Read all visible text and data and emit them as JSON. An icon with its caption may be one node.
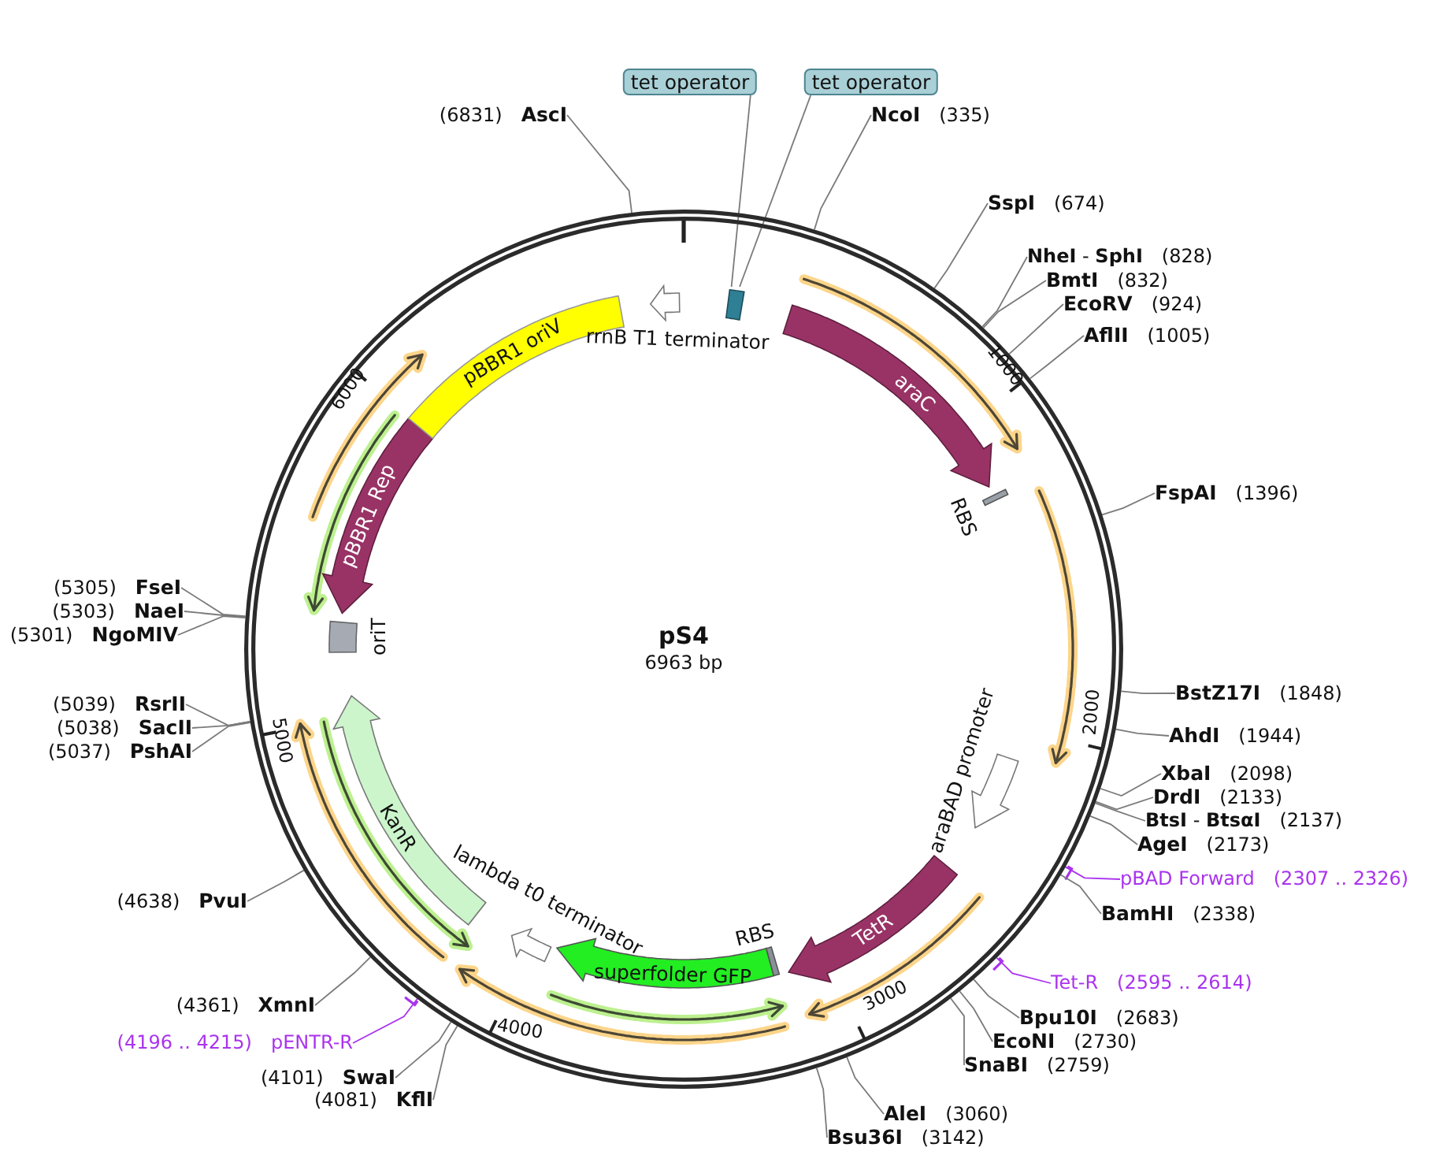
{
  "diagram": {
    "title": "pS4",
    "nodes": [
      {
        "text": [],
        "shape": "circle"
      },
      {
        "text": [
          "tet operator"
        ]
      },
      {
        "text": [
          "tet operator"
        ]
      },
      {
        "text": [],
        "shape": "box",
        "in": 0
      },
      {
        "text": [
          "araC"
        ],
        "in": 0
      },
      {
        "text": [
          "RBS"
        ],
        "in": 0
      },
      {
        "text": [
          "araBAD promoter"
        ],
        "in": 0
      },
      {
        "text": [
          "TetR"
        ],
        "in": 0
      },
      {
        "text": [
          "RBS"
        ],
        "in": 0
      },
      {
        "text": [
          "superfolder GFP"
        ],
        "in": 0
      },
      {
        "text": [
          "lambda t0 terminator"
        ],
        "in": 0
      },
      {
        "text": [
          "KanR"
        ],
        "in": 0
      },
      {
        "text": [
          "oriT"
        ],
        "in": 0
      },
      {
        "text": [
          "pBBR1 Rep"
        ],
        "in": 0
      },
      {
        "text": [
          "pBBR1 oriV"
        ],
        "in": 0
      },
      {
        "text": [
          "rrnB T1 terminator"
        ],
        "in": 0
      },
      {
        "text": [
          "(6831)",
          "AscI"
        ]
      },
      {
        "text": [
          "NcoI",
          "(335)"
        ]
      },
      {
        "text": [
          "SspI",
          "(674)"
        ]
      },
      {
        "text": [
          "**NheI** - **SphI**",
          "(828)"
        ]
      },
      {
        "text": [
          "BmtI",
          "(832)"
        ]
      },
      {
        "text": [
          "EcoRV",
          "(924)"
        ]
      },
      {
        "text": [
          "AflII",
          "(1005)"
        ]
      },
      {
        "text": [
          "FspAI",
          "(1396)"
        ]
      },
      {
        "text": [
          "BstZ17I",
          "(1848)"
        ]
      },
      {
        "text": [
          "AhdI",
          "(1944)"
        ]
      },
      {
        "text": [
          "XbaI",
          "(2098)"
        ]
      },
      {
        "text": [
          "DrdI",
          "(2133)"
        ]
      },
      {
        "text": [
          "**BtsI** - **BtsαI**",
          "(2137)"
        ]
      },
      {
        "text": [
          "AgeI",
          "(2173)"
        ]
      },
      {
        "text": [
          "pBAD Forward",
          "(2307 .. 2326)"
        ]
      },
      {
        "text": [
          "BamHI",
          "(2338)"
        ]
      },
      {
        "text": [
          "Tet-R",
          "(2595 .. 2614)"
        ]
      },
      {
        "text": [
          "Bpu10I",
          "(2683)"
        ]
      },
      {
        "text": [
          "EcoNI",
          "(2730)"
        ]
      },
      {
        "text": [
          "SnaBI",
          "(2759)"
        ]
      },
      {
        "text": [
          "AleI",
          "(3060)"
        ]
      },
      {
        "text": [
          "Bsu36I",
          "(3142)"
        ]
      },
      {
        "text": [
          "(5305)",
          "FseI"
        ]
      },
      {
        "text": [
          "(5303)",
          "NaeI"
        ]
      },
      {
        "text": [
          "(5301)",
          "NgoMIV"
        ]
      },
      {
        "text": [
          "(5039)",
          "RsrII"
        ]
      },
      {
        "text": [
          "(5038)",
          "SacII"
        ]
      },
      {
        "text": [
          "(5037)",
          "PshAI"
        ]
      },
      {
        "text": [
          "(4638)",
          "PvuI"
        ]
      },
      {
        "text": [
          "(4361)",
          "XmnI"
        ]
      },
      {
        "text": [
          "(4196 .. 4215)",
          "pENTR-R"
        ]
      },
      {
        "text": [
          "(4101)",
          "SwaI"
        ]
      },
      {
        "text": [
          "(4081)",
          "KflI"
        ]
      }
    ],
    "edges": [
      {
        "from": 1,
        "to": 3,
        "arrow": "none"
      },
      {
        "from": 2,
        "to": 3,
        "arrow": "none"
      },
      {
        "from": 16,
        "to": 0,
        "arrow": "none"
      },
      {
        "from": 17,
        "to": 0,
        "arrow": "none"
      },
      {
        "from": 18,
        "to": 0,
        "arrow": "none"
      },
      {
        "from": 19,
        "to": 0,
        "arrow": "none"
      },
      {
        "from": 20,
        "to": 0,
        "arrow": "none"
      },
      {
        "from": 21,
        "to": 0,
        "arrow": "none"
      },
      {
        "from": 22,
        "to": 0,
        "arrow": "none"
      },
      {
        "from": 23,
        "to": 0,
        "arrow": "none"
      },
      {
        "from": 24,
        "to": 0,
        "arrow": "none"
      },
      {
        "from": 25,
        "to": 0,
        "arrow": "none"
      },
      {
        "from": 26,
        "to": 0,
        "arrow": "none"
      },
      {
        "from": 27,
        "to": 0,
        "arrow": "none"
      },
      {
        "from": 28,
        "to": 0,
        "arrow": "none"
      },
      {
        "from": 29,
        "to": 0,
        "arrow": "none"
      },
      {
        "from": 30,
        "to": 0,
        "arrow": "none",
        "color": "#aa33ee"
      },
      {
        "from": 31,
        "to": 0,
        "arrow": "none"
      },
      {
        "from": 32,
        "to": 0,
        "arrow": "none",
        "color": "#aa33ee"
      },
      {
        "from": 33,
        "to": 0,
        "arrow": "none"
      },
      {
        "from": 34,
        "to": 0,
        "arrow": "none"
      },
      {
        "from": 35,
        "to": 0,
        "arrow": "none"
      },
      {
        "from": 36,
        "to": 0,
        "arrow": "none"
      },
      {
        "from": 37,
        "to": 0,
        "arrow": "none"
      },
      {
        "from": 38,
        "to": 0,
        "arrow": "none"
      },
      {
        "from": 39,
        "to": 0,
        "arrow": "none"
      },
      {
        "from": 40,
        "to": 0,
        "arrow": "none"
      },
      {
        "from": 41,
        "to": 0,
        "arrow": "none"
      },
      {
        "from": 42,
        "to": 0,
        "arrow": "none"
      },
      {
        "from": 43,
        "to": 0,
        "arrow": "none"
      },
      {
        "from": 44,
        "to": 0,
        "arrow": "none"
      },
      {
        "from": 45,
        "to": 0,
        "arrow": "none"
      },
      {
        "from": 46,
        "to": 0,
        "arrow": "none",
        "color": "#aa33ee"
      },
      {
        "from": 47,
        "to": 0,
        "arrow": "none"
      },
      {
        "from": 48,
        "to": 0,
        "arrow": "none"
      }
    ],
    "labels": [
      "6963 bp",
      "1000",
      "2000",
      "3000",
      "4000",
      "5000",
      "6000"
    ]
  }
}
